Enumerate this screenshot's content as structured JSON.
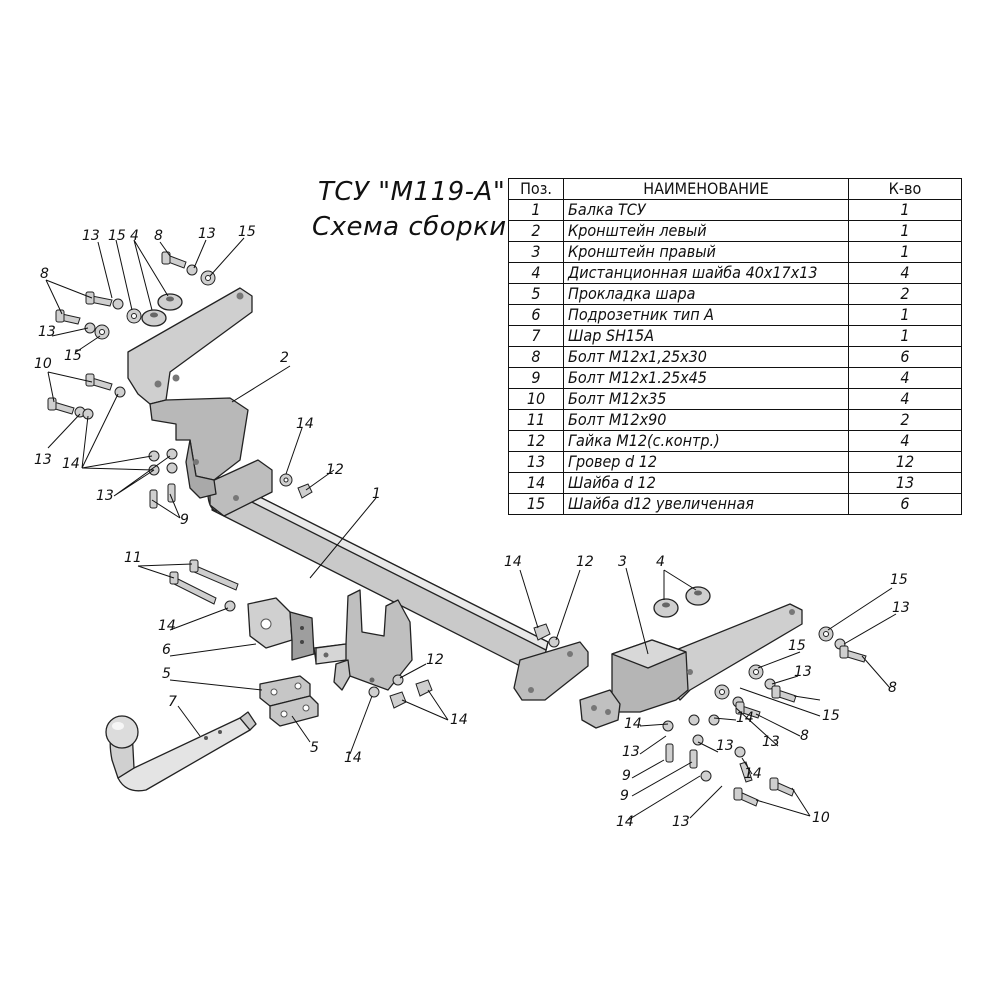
{
  "title": "ТСУ \"М119-А\"",
  "subtitle": "Схема сборки",
  "table": {
    "headers": [
      "Поз.",
      "НАИМЕНОВАНИЕ",
      "К-во"
    ],
    "rows": [
      {
        "pos": "1",
        "name": "Балка ТСУ",
        "qty": "1"
      },
      {
        "pos": "2",
        "name": "Кронштейн левый",
        "qty": "1"
      },
      {
        "pos": "3",
        "name": "Кронштейн правый",
        "qty": "1"
      },
      {
        "pos": "4",
        "name": "Дистанционная шайба 40х17х13",
        "qty": "4"
      },
      {
        "pos": "5",
        "name": "Прокладка шара",
        "qty": "2"
      },
      {
        "pos": "6",
        "name": "Подрозетник тип А",
        "qty": "1"
      },
      {
        "pos": "7",
        "name": "Шар SH15A",
        "qty": "1"
      },
      {
        "pos": "8",
        "name": "Болт М12х1,25х30",
        "qty": "6"
      },
      {
        "pos": "9",
        "name": "Болт М12х1.25х45",
        "qty": "4"
      },
      {
        "pos": "10",
        "name": "Болт М12х35",
        "qty": "4"
      },
      {
        "pos": "11",
        "name": "Болт М12х90",
        "qty": "2"
      },
      {
        "pos": "12",
        "name": "Гайка М12(с.контр.)",
        "qty": "4"
      },
      {
        "pos": "13",
        "name": "Гровер d 12",
        "qty": "12"
      },
      {
        "pos": "14",
        "name": "Шайба d 12",
        "qty": "13"
      },
      {
        "pos": "15",
        "name": "Шайба d12 увеличенная",
        "qty": "6"
      }
    ]
  },
  "callouts": [
    "13",
    "15",
    "4",
    "8",
    "13",
    "15",
    "8",
    "13",
    "15",
    "2",
    "10",
    "13",
    "14",
    "13",
    "9",
    "14",
    "12",
    "1",
    "11",
    "14",
    "6",
    "5",
    "7",
    "5",
    "14",
    "12",
    "14",
    "12",
    "3",
    "4",
    "15",
    "13",
    "15",
    "13",
    "8",
    "15",
    "14",
    "14",
    "13",
    "13",
    "13",
    "8",
    "9",
    "14",
    "9",
    "14",
    "13",
    "10"
  ]
}
